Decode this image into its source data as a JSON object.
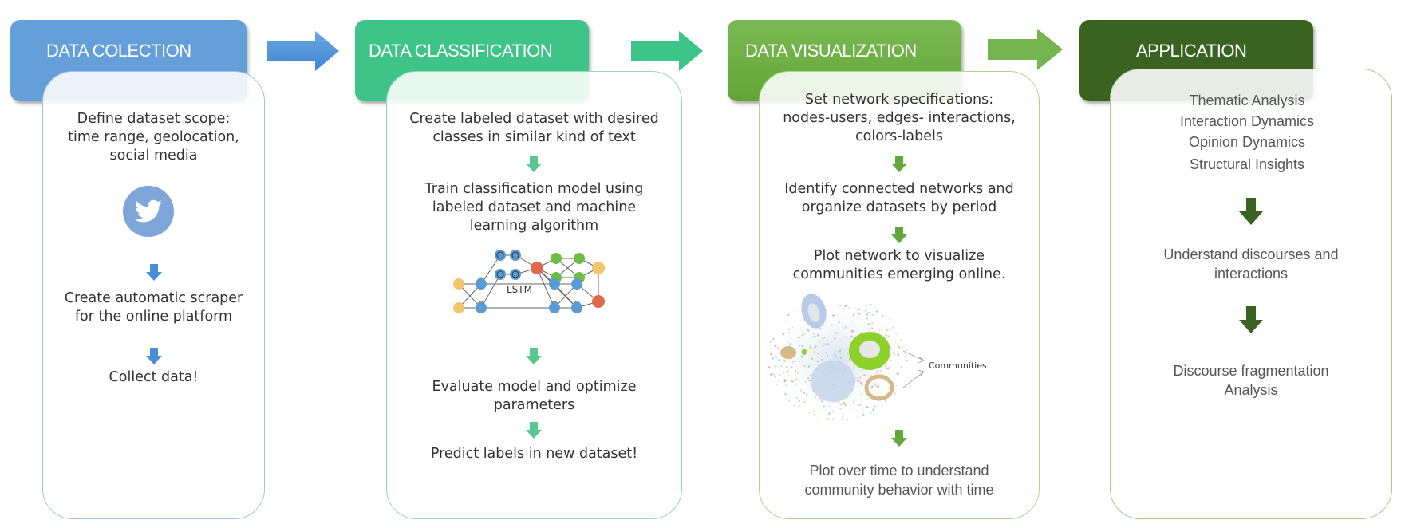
{
  "colors": {
    "collection": "#5b9bd5",
    "classification": "#3dc489",
    "visualization": "#70b447",
    "application": "#3a6321",
    "arrow_collection": "#4a8fd6",
    "arrow_classification": "#3dc489",
    "arrow_visualization": "#75b54f"
  },
  "stages": [
    {
      "title": "DATA COLECTION",
      "steps": [
        "Define dataset scope:\ntime range, geolocation,\nsocial media",
        "Create automatic scraper\nfor the online platform",
        "Collect data!"
      ],
      "icon": "twitter-bird-icon"
    },
    {
      "title": "DATA CLASSIFICATION",
      "steps": [
        "Create labeled dataset with desired\nclasses in similar kind of text",
        "Train classification model using\nlabeled dataset and machine\nlearning algorithm",
        "Evaluate model and optimize\nparameters",
        "Predict labels in new dataset!"
      ],
      "figure_label": "LSTM"
    },
    {
      "title": "DATA VISUALIZATION",
      "steps": [
        "Set network specifications:\nnodes-users, edges- interactions,\ncolors-labels",
        "Identify connected networks and\norganize datasets by period",
        "Plot network to visualize\ncommunities emerging online.",
        "Plot over time to understand\ncommunity behavior with time"
      ],
      "figure_label": "Communities"
    },
    {
      "title": "APPLICATION",
      "items": [
        "Thematic Analysis",
        "Interaction Dynamics",
        "Opinion Dynamics",
        "Structural Insights"
      ],
      "steps": [
        "Understand discourses and\ninteractions",
        "Discourse fragmentation\nAnalysis"
      ]
    }
  ]
}
